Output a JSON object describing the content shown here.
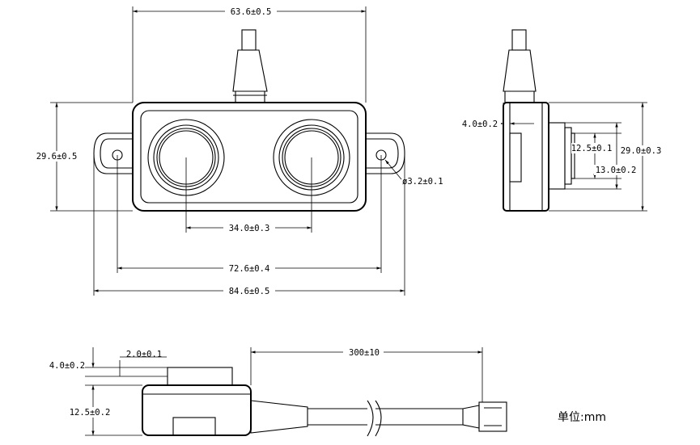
{
  "front_view": {
    "top_width": "63.6±0.5",
    "height": "29.6±0.5",
    "sensor_spacing": "34.0±0.3",
    "hole_spacing": "72.6±0.4",
    "overall_width": "84.6±0.5",
    "hole_diameter": "ø3.2±0.1"
  },
  "side_view": {
    "flange": "4.0±0.2",
    "window_height": "12.5±0.1",
    "body_height": "29.0±0.3",
    "lens_height": "13.0±0.2"
  },
  "bottom_view": {
    "top_step": "4.0±0.2",
    "lens_protrusion": "2.0±0.1",
    "cable_length": "300±10",
    "body_depth": "12.5±0.2"
  },
  "unit_label": "单位:mm"
}
